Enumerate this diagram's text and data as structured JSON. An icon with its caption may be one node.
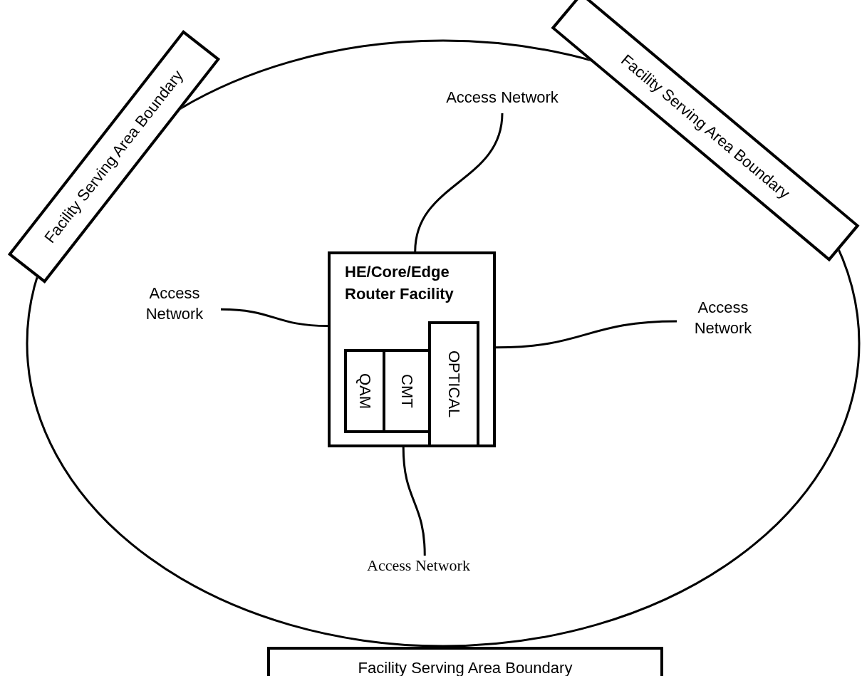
{
  "diagram": {
    "nodes": [
      {
        "text": [
          "Facility Serving Area Boundary"
        ]
      },
      {
        "text": [
          "Facility Serving Area Boundary"
        ]
      },
      {
        "text": [
          "Access Network"
        ]
      },
      {
        "text": [
          "Access Network"
        ]
      },
      {
        "text": [
          "HE/Core/Edge Router Facility"
        ]
      },
      {
        "text": [
          "QAM"
        ],
        "in": 4
      },
      {
        "text": [
          "CMT"
        ],
        "in": 4
      },
      {
        "text": [
          "OPTICAL"
        ],
        "in": 4
      },
      {
        "text": [
          "Access Network"
        ]
      },
      {
        "text": [
          "Access Network"
        ]
      },
      {
        "text": [
          "Facility Serving Area Boundary"
        ]
      }
    ],
    "edges": [
      {
        "from": 4,
        "to": 2,
        "arrow": "none"
      },
      {
        "from": 4,
        "to": 3,
        "arrow": "none"
      },
      {
        "from": 4,
        "to": 8,
        "arrow": "none"
      },
      {
        "from": 4,
        "to": 9,
        "arrow": "none"
      }
    ]
  }
}
